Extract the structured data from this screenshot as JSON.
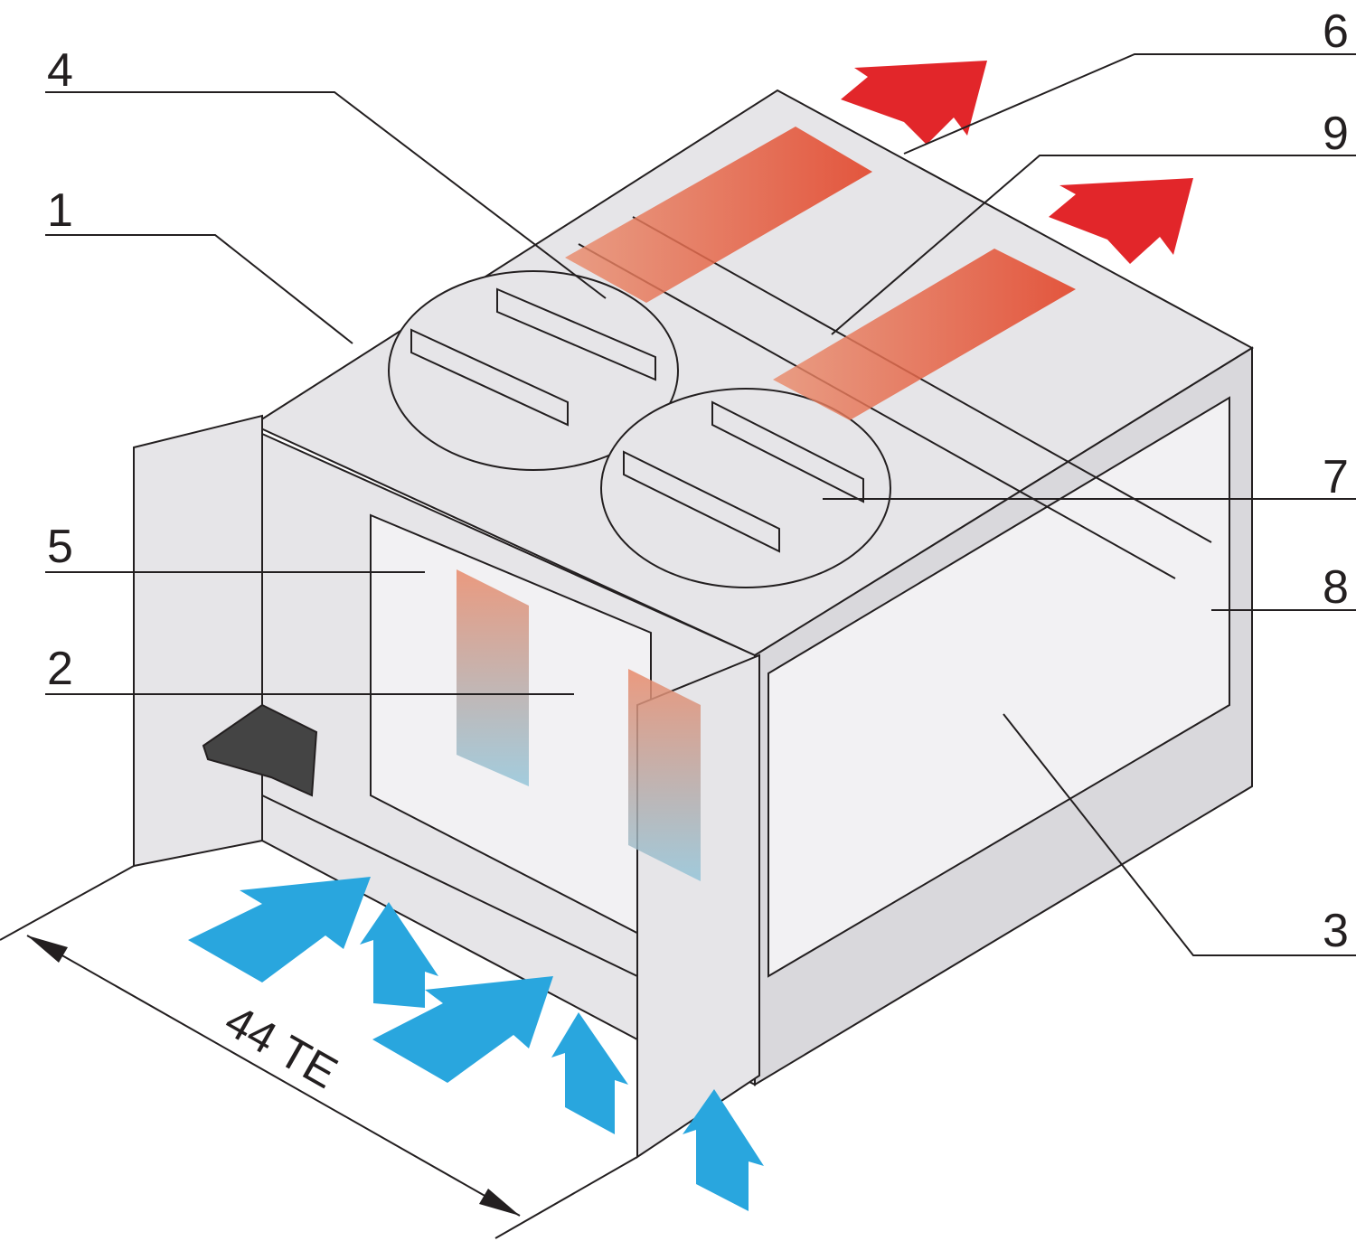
{
  "diagram": {
    "callouts": [
      {
        "id": "1",
        "label": "1"
      },
      {
        "id": "2",
        "label": "2"
      },
      {
        "id": "3",
        "label": "3"
      },
      {
        "id": "4",
        "label": "4"
      },
      {
        "id": "5",
        "label": "5"
      },
      {
        "id": "6",
        "label": "6"
      },
      {
        "id": "7",
        "label": "7"
      },
      {
        "id": "8",
        "label": "8"
      },
      {
        "id": "9",
        "label": "9"
      }
    ],
    "dimension": {
      "label": "44 TE"
    },
    "colors": {
      "hot_air": "#e2262a",
      "cool_air": "#29a6de",
      "body": "#e6e5e8",
      "line": "#231f20"
    }
  }
}
